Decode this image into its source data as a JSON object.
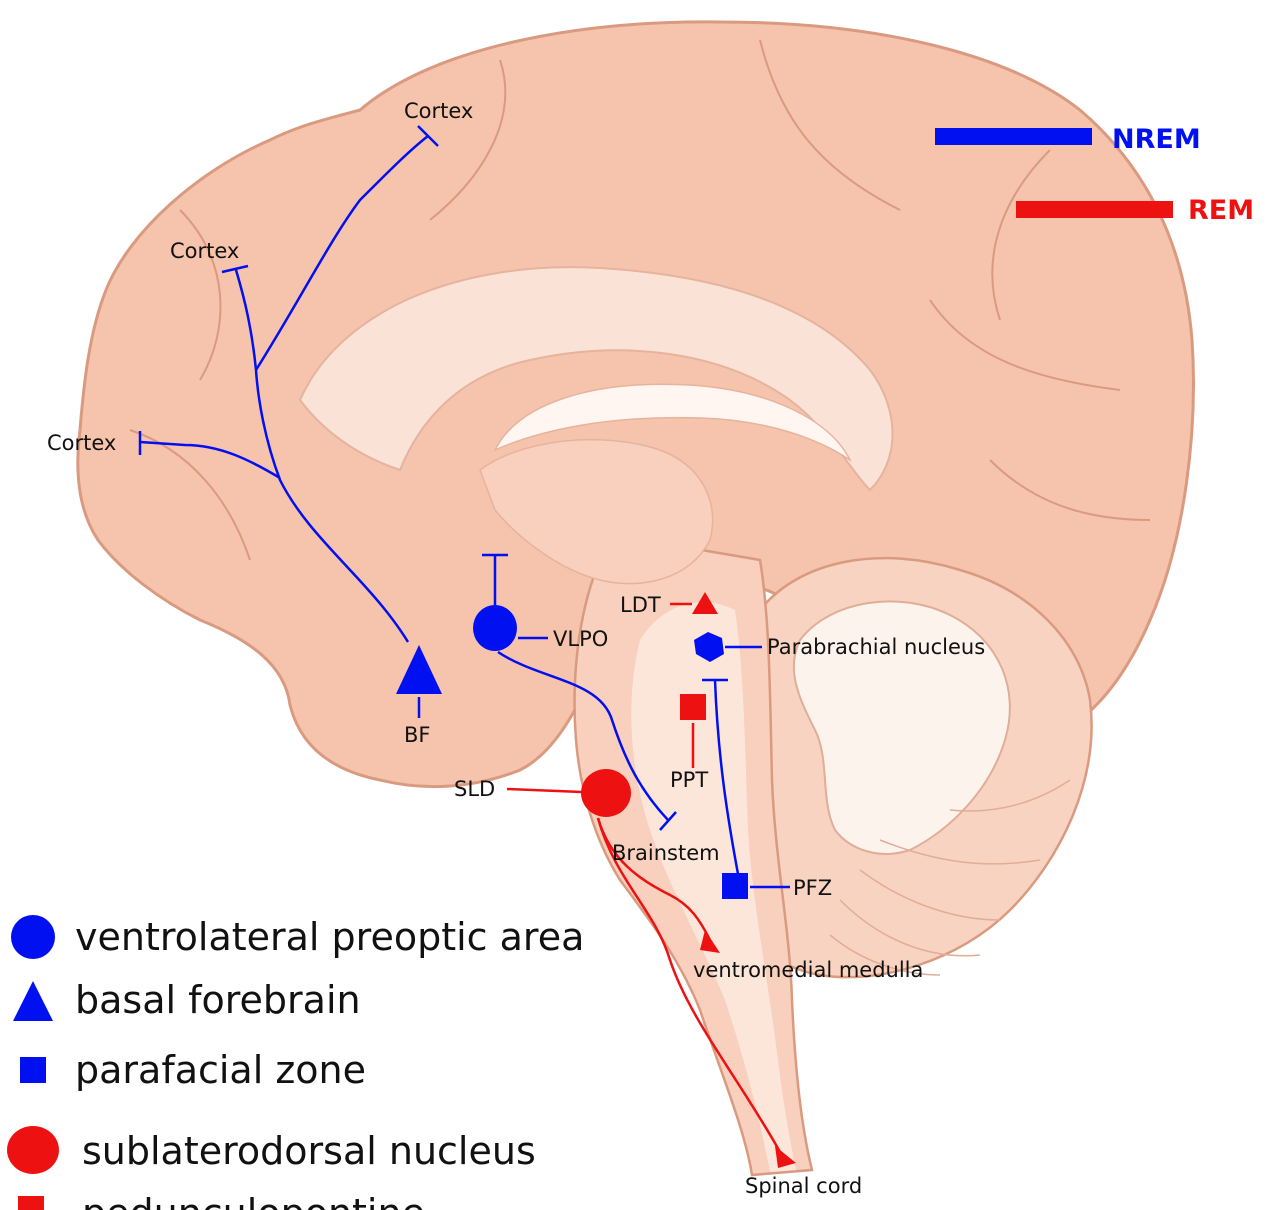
{
  "colors": {
    "nrem": "#0010f0",
    "rem": "#ee1111",
    "brain_fill": "#f6c4ad",
    "brain_light": "#fbe2d6",
    "brain_outline": "#d99a80",
    "white_area": "#fff6f1"
  },
  "key": {
    "nrem_label": "NREM",
    "rem_label": "REM"
  },
  "labels": {
    "cortex_top": "Cortex",
    "cortex_middle": "Cortex",
    "cortex_left": "Cortex",
    "bf": "BF",
    "vlpo": "VLPO",
    "ldt": "LDT",
    "parabrachial": "Parabrachial nucleus",
    "ppt": "PPT",
    "sld": "SLD",
    "brainstem": "Brainstem",
    "pfz": "PFZ",
    "ventromedial": "ventromedial medulla",
    "spinal_cord": "Spinal cord"
  },
  "legend": {
    "items": [
      {
        "symbol": "circle-icon",
        "color": "nrem",
        "label": "ventrolateral preoptic area"
      },
      {
        "symbol": "triangle-icon",
        "color": "nrem",
        "label": "basal forebrain"
      },
      {
        "symbol": "square-icon",
        "color": "nrem",
        "label": "parafacial zone"
      },
      {
        "symbol": "circle-icon",
        "color": "rem",
        "label": "sublaterodorsal nucleus"
      },
      {
        "symbol": "square-icon",
        "color": "rem",
        "label": "pedunculopontine"
      }
    ]
  }
}
